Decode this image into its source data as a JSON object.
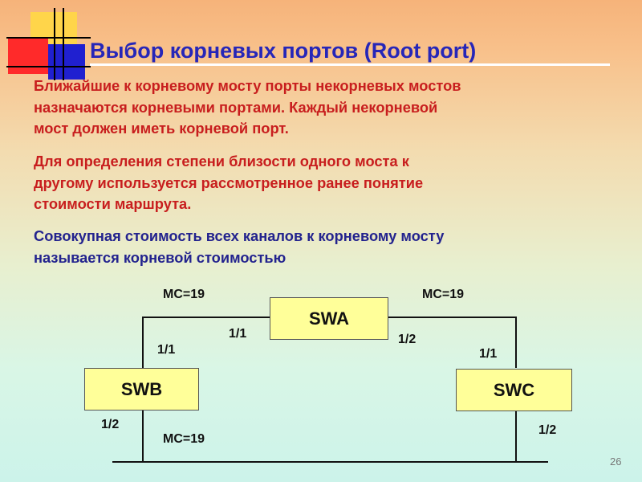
{
  "title": "Выбор корневых портов (Root port)",
  "paragraphs": {
    "p1": [
      "Ближайшие  к корневому мосту порты некорневых мостов",
      "назначаются корневыми портами.  Каждый некорневой",
      "мост должен иметь корневой порт."
    ],
    "p2": [
      "Для определения степени близости одного моста к",
      "другому используется рассмотренное ранее понятие",
      "стоимости маршрута."
    ],
    "p3": [
      "Совокупная стоимость всех каналов к корневому мосту",
      "называется корневой стоимостью"
    ]
  },
  "diagram": {
    "bridges": {
      "swa": "SWA",
      "swb": "SWB",
      "swc": "SWC"
    },
    "link_costs": {
      "swb_swa": "MC=19",
      "swa_swc": "MC=19",
      "segment": "MC=19"
    },
    "ports": {
      "swa_left": "1/1",
      "swa_right": "1/2",
      "swb_up": "1/1",
      "swb_down": "1/2",
      "swc_up": "1/1",
      "swc_down": "1/2"
    }
  },
  "colors": {
    "title": "#2626b8",
    "text_red": "#c81e1e",
    "text_blue": "#23238e",
    "box_fill": "#ffff99"
  },
  "page_number": "26"
}
